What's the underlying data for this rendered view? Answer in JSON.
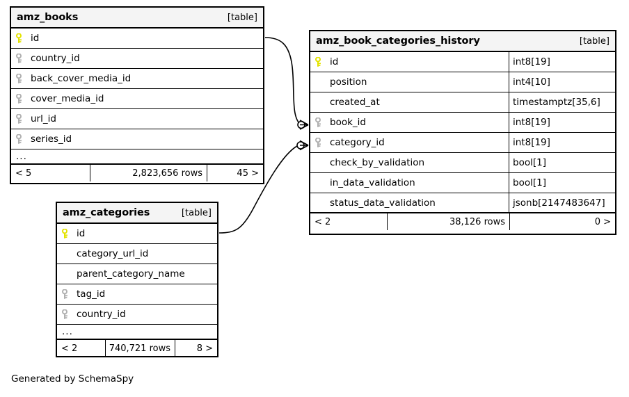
{
  "diagram": {
    "footer_note": "Generated by SchemaSpy",
    "table_tag": "[table]",
    "ellipsis": "...",
    "colors": {
      "primary_key": "#e3e300",
      "foreign_key": "#b0b0b0",
      "header_bg": "#f4f4f4",
      "border": "#000000",
      "background": "#ffffff"
    }
  },
  "tables": [
    {
      "name": "amz_books",
      "tag": "[table]",
      "show_types": false,
      "columns": [
        {
          "name": "id",
          "key": "primary",
          "type": ""
        },
        {
          "name": "country_id",
          "key": "foreign",
          "type": ""
        },
        {
          "name": "back_cover_media_id",
          "key": "foreign",
          "type": ""
        },
        {
          "name": "cover_media_id",
          "key": "foreign",
          "type": ""
        },
        {
          "name": "url_id",
          "key": "foreign",
          "type": ""
        },
        {
          "name": "series_id",
          "key": "foreign",
          "type": ""
        }
      ],
      "has_more": true,
      "footer": {
        "left": "< 5",
        "middle": "2,823,656 rows",
        "right": "45 >"
      }
    },
    {
      "name": "amz_book_categories_history",
      "tag": "[table]",
      "show_types": true,
      "columns": [
        {
          "name": "id",
          "key": "primary",
          "type": "int8[19]"
        },
        {
          "name": "position",
          "key": "none",
          "type": "int4[10]"
        },
        {
          "name": "created_at",
          "key": "none",
          "type": "timestamptz[35,6]"
        },
        {
          "name": "book_id",
          "key": "foreign",
          "type": "int8[19]"
        },
        {
          "name": "category_id",
          "key": "foreign",
          "type": "int8[19]"
        },
        {
          "name": "check_by_validation",
          "key": "none",
          "type": "bool[1]"
        },
        {
          "name": "in_data_validation",
          "key": "none",
          "type": "bool[1]"
        },
        {
          "name": "status_data_validation",
          "key": "none",
          "type": "jsonb[2147483647]"
        }
      ],
      "has_more": false,
      "footer": {
        "left": "< 2",
        "middle": "38,126 rows",
        "right": "0 >"
      }
    },
    {
      "name": "amz_categories",
      "tag": "[table]",
      "show_types": false,
      "columns": [
        {
          "name": "id",
          "key": "primary",
          "type": ""
        },
        {
          "name": "category_url_id",
          "key": "none",
          "type": ""
        },
        {
          "name": "parent_category_name",
          "key": "none",
          "type": ""
        },
        {
          "name": "tag_id",
          "key": "foreign",
          "type": ""
        },
        {
          "name": "country_id",
          "key": "foreign",
          "type": ""
        }
      ],
      "has_more": true,
      "footer": {
        "left": "< 2",
        "middle": "740,721 rows",
        "right": "8 >"
      }
    }
  ],
  "relationships": [
    {
      "from_table": "amz_books",
      "from_column": "id",
      "to_table": "amz_book_categories_history",
      "to_column": "book_id",
      "cardinality": "zero-or-many"
    },
    {
      "from_table": "amz_categories",
      "from_column": "id",
      "to_table": "amz_book_categories_history",
      "to_column": "category_id",
      "cardinality": "zero-or-many"
    }
  ]
}
